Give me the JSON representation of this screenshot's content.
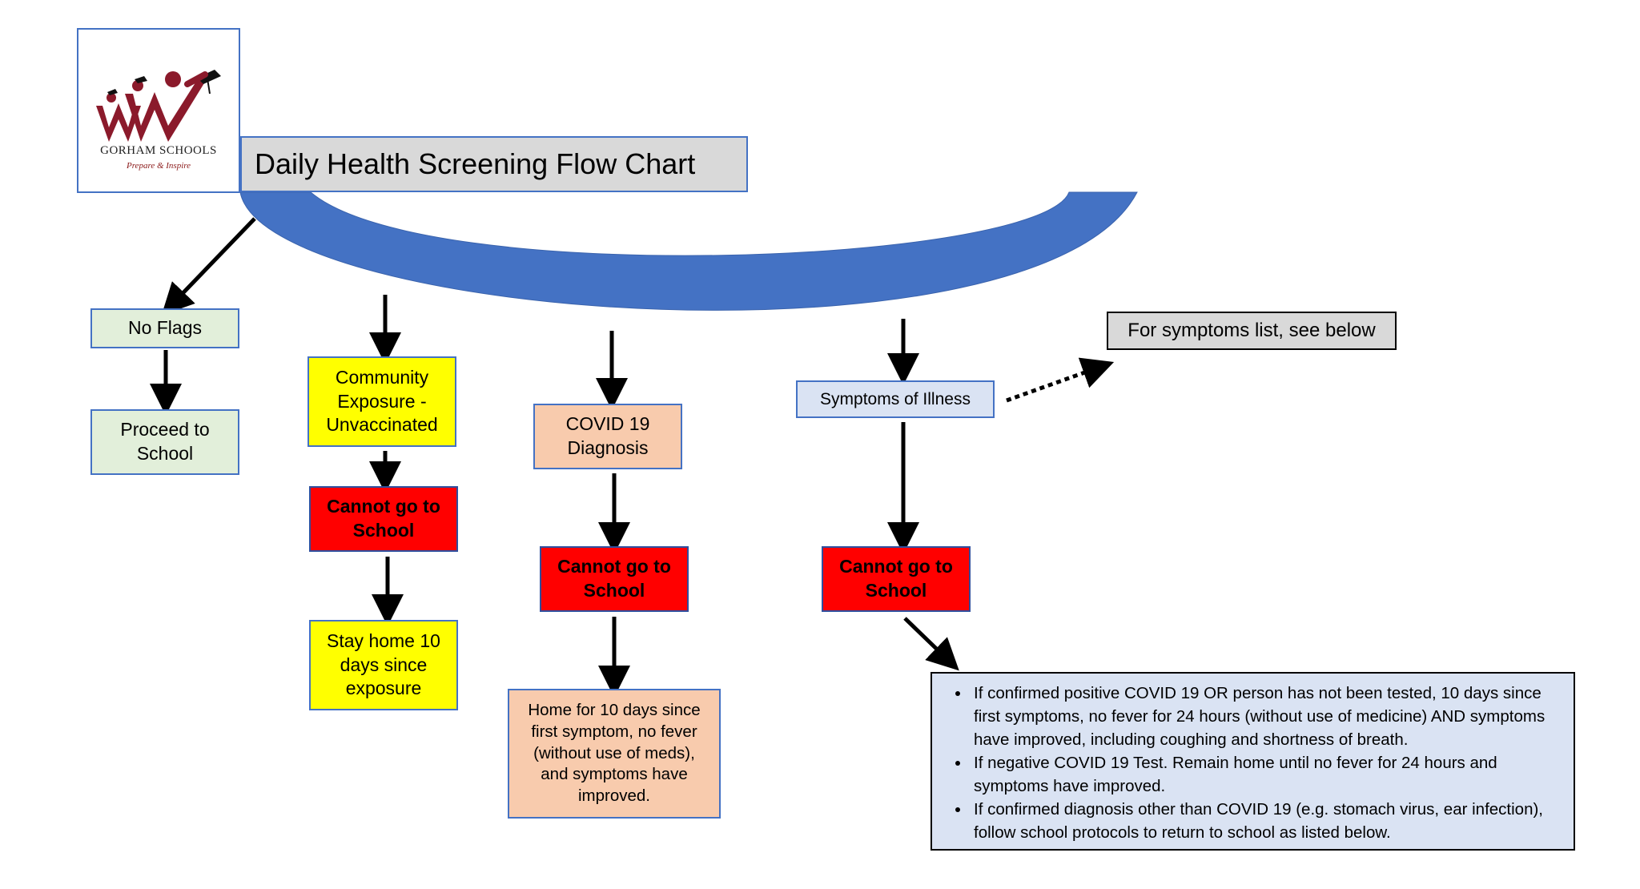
{
  "logo": {
    "name": "GORHAM SCHOOLS",
    "tagline": "Prepare & Inspire"
  },
  "title": "Daily Health Screening Flow Chart",
  "colors": {
    "arc": "#4472c4",
    "green_box": "#e2efda",
    "yellow_box": "#ffff00",
    "peach_box": "#f8cbad",
    "red_box": "#ff0000",
    "lightblue_box": "#dae3f3",
    "grey_box": "#d9d9d9",
    "logo_maroon": "#8b1a2b"
  },
  "nodes": {
    "no_flags": "No Flags",
    "proceed": "Proceed to School",
    "community_exposure": "Community Exposure - Unvaccinated",
    "cannot_go_1": "Cannot go to School",
    "stay_home": "Stay home 10 days since exposure",
    "covid_diagnosis": "COVID 19 Diagnosis",
    "cannot_go_2": "Cannot go to School",
    "home_10_days": "Home for 10 days since first symptom, no fever (without use of meds), and symptoms have improved.",
    "symptoms": "Symptoms of Illness",
    "symptoms_list_note": "For symptoms list, see below",
    "cannot_go_3": "Cannot go to School"
  },
  "rules": [
    "If confirmed positive COVID 19 OR person has not been tested, 10 days since first symptoms, no fever for 24 hours (without use of medicine) AND symptoms have improved, including coughing and shortness of breath.",
    "If negative COVID 19 Test. Remain home until no fever for 24 hours and symptoms have improved.",
    "If confirmed diagnosis other than COVID 19 (e.g. stomach virus, ear infection), follow school protocols to return to school as listed below."
  ]
}
